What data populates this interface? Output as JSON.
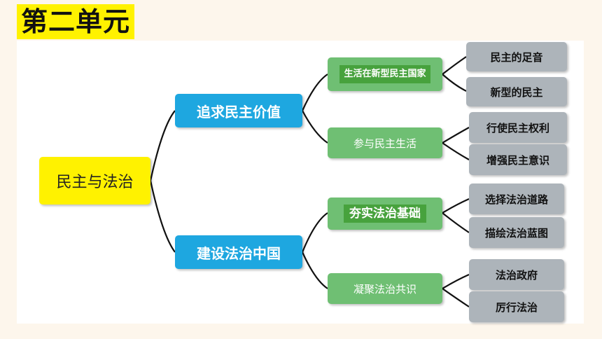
{
  "unit_title": "第二单元",
  "root": {
    "label": "民主与法治"
  },
  "branches": [
    {
      "label": "追求民主价值",
      "children": [
        {
          "label": "生活在新型民主国家",
          "highlighted": true,
          "children": [
            {
              "label": "民主的足音"
            },
            {
              "label": "新型的民主"
            }
          ]
        },
        {
          "label": "参与民主生活",
          "children": [
            {
              "label": "行使民主权利"
            },
            {
              "label": "增强民主意识"
            }
          ]
        }
      ]
    },
    {
      "label": "建设法治中国",
      "children": [
        {
          "label": "夯实法治基础",
          "highlighted": true,
          "children": [
            {
              "label": "选择法治道路"
            },
            {
              "label": "描绘法治蓝图"
            }
          ]
        },
        {
          "label": "凝聚法治共识",
          "children": [
            {
              "label": "法治政府"
            },
            {
              "label": "厉行法治"
            }
          ]
        }
      ]
    }
  ],
  "colors": {
    "title_bg": "#fff200",
    "root_bg": "#fff200",
    "level1_bg": "#1ea7e0",
    "level2_bg": "#6fbf73",
    "level2_highlight_bg": "#47a23d",
    "level3_bg": "#adb4ba",
    "connector": "#111111"
  }
}
